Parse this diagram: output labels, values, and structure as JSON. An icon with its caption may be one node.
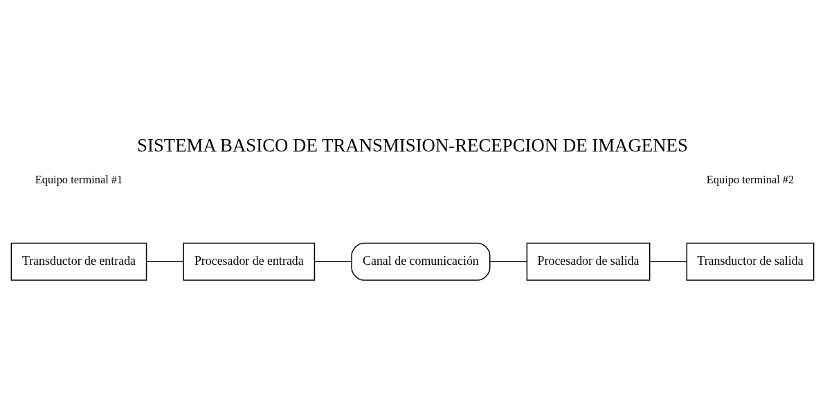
{
  "diagram": {
    "title": "SISTEMA BASICO DE TRANSMISION-RECEPCION DE IMAGENES",
    "nodes": [
      {
        "text": [
          "Transductor de entrada"
        ]
      },
      {
        "text": [
          "Procesador de entrada"
        ]
      },
      {
        "text": [
          "Canal de comunicación"
        ]
      },
      {
        "text": [
          "Procesador de salida"
        ]
      },
      {
        "text": [
          "Transductor de salida"
        ]
      }
    ],
    "edges": [
      {
        "from": 0,
        "to": 1,
        "arrow": "none"
      },
      {
        "from": 1,
        "to": 2,
        "arrow": "none"
      },
      {
        "from": 2,
        "to": 3,
        "arrow": "none"
      },
      {
        "from": 3,
        "to": 4,
        "arrow": "none"
      }
    ],
    "labels": [
      "Equipo terminal #1",
      "Equipo terminal #2"
    ]
  }
}
